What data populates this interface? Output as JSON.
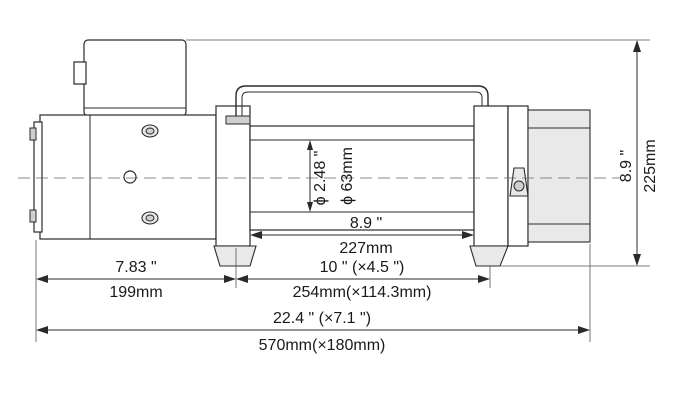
{
  "dimensions": {
    "motor_length_in": "7.83 \"",
    "motor_length_mm": "199mm",
    "drum_length_in": "8.9 \"",
    "drum_length_mm": "227mm",
    "tie_rod_in": "10 \" (×4.5 \")",
    "tie_rod_mm": "254mm(×114.3mm)",
    "overall_length_in": "22.4 \" (×7.1 \")",
    "overall_length_mm": "570mm(×180mm)",
    "height_in": "8.9 \"",
    "height_mm": "225mm",
    "drum_dia_in": "ϕ 2.48 \"",
    "drum_dia_mm": "ϕ 63mm"
  }
}
